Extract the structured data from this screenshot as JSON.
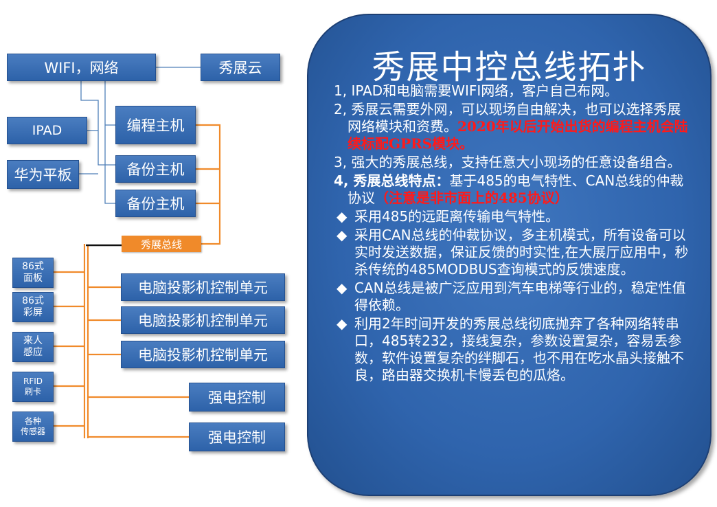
{
  "boxes": {
    "wifi": "WIFI，网络",
    "cloud": "秀展云",
    "ipad": "IPAD",
    "huawei": "华为平板",
    "programming_host": "编程主机",
    "backup_host_1": "备份主机",
    "backup_host_2": "备份主机",
    "bus": "秀展总线",
    "panel_86_line1": "86式",
    "panel_86_line2": "面板",
    "screen_86_line1": "86式",
    "screen_86_line2": "彩屏",
    "sensor_line1": "来人",
    "sensor_line2": "感应",
    "rfid_line1": "RFID",
    "rfid_line2": "刷卡",
    "various_line1": "各种",
    "various_line2": "传感器",
    "projector_1": "电脑投影机控制单元",
    "projector_2": "电脑投影机控制单元",
    "projector_3": "电脑投影机控制单元",
    "power_1": "强电控制",
    "power_2": "强电控制"
  },
  "panel": {
    "title": "秀展中控总线拓扑",
    "p1": "1, IPAD和电脑需要WIFI网络，客户自己布网。",
    "p2_a": "2, 秀展云需要外网，可以现场自由解决，也可以选择秀展网络模块和资费。",
    "p2_red": "2020年以后开始出货的编程主机会陆续标配GPRS模块。",
    "p3": "3, 强大的秀展总线，支持任意大小现场的任意设备组合。",
    "p4_bold": "4, 秀展总线特点：",
    "p4_rest": "基于485的电气特性、CAN总线的仲裁协议",
    "p4_red": "（注意是非市面上的485协议）",
    "bullet_symbol": "◆",
    "b1": "采用485的远距离传输电气特性。",
    "b2": "采用CAN总线的仲裁协议，多主机模式，所有设备可以实时发送数据，保证反馈的时实性,在大展厅应用中，秒杀传统的485MODBUS查询模式的反馈速度。",
    "b3": "CAN总线是被广泛应用到汽车电梯等行业的，稳定性值得依赖。",
    "b4": "利用2年时间开发的秀展总线彻底抛弃了各种网络转串口，485转232，接线复杂，参数设置复杂，容易丢参数，软件设置复杂的绊脚石，也不用在吃水晶头接触不良，路由器交换机卡慢丢包的瓜烙。"
  },
  "colors": {
    "box_blue": "#2d62a9",
    "line_blue": "#4f7fb8",
    "line_orange": "#f08a2a",
    "highlight_red": "#ff1a1a"
  }
}
